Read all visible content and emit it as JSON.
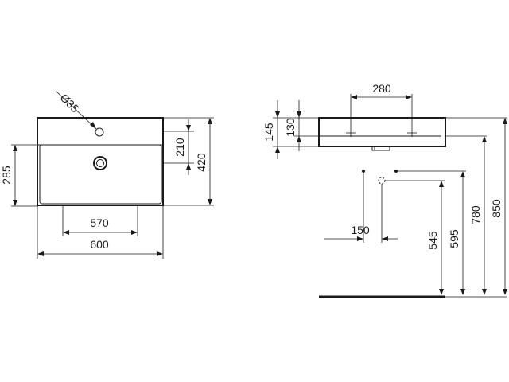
{
  "dimensions": {
    "hole_diameter": "Ø35",
    "basin_inner_depth": "285",
    "tap_to_drain": "210",
    "basin_depth": "420",
    "inner_width": "570",
    "outer_width": "600",
    "bracket_spacing": "280",
    "side_height": "145",
    "rim_height": "130",
    "waste_offset": "150",
    "waste_height": "545",
    "bracket_height": "595",
    "basin_underside_height": "780",
    "rim_top_height": "850"
  },
  "colors": {
    "line": "#1a1a1a",
    "background": "#ffffff"
  }
}
